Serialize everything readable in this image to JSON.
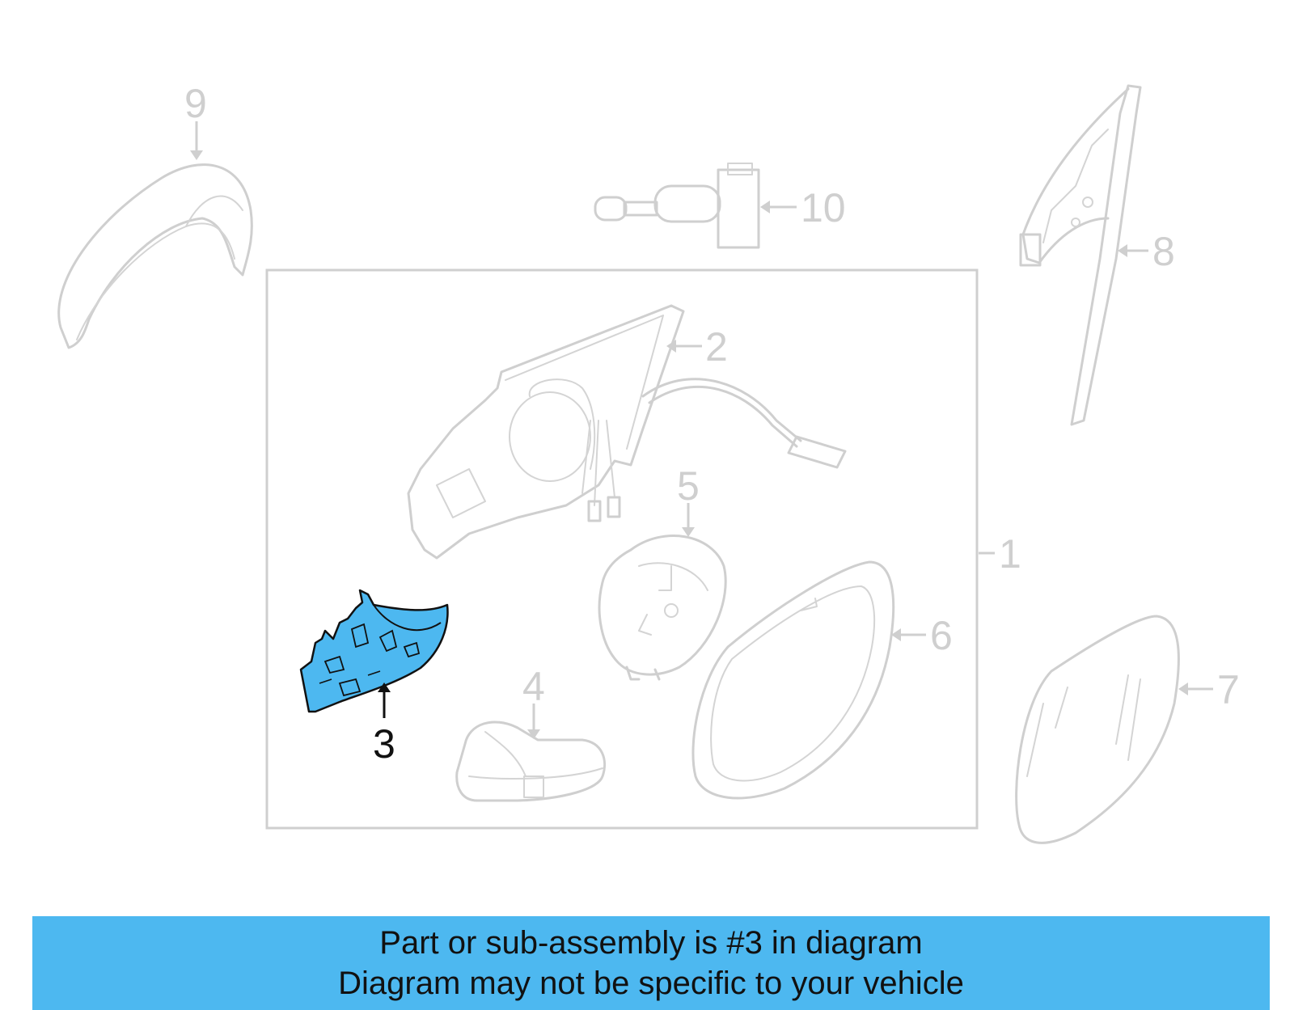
{
  "diagram": {
    "callouts": {
      "c1": "1",
      "c2": "2",
      "c3": "3",
      "c4": "4",
      "c5": "5",
      "c6": "6",
      "c7": "7",
      "c8": "8",
      "c9": "9",
      "c10": "10"
    },
    "highlighted_part": "3",
    "highlight_color": "#4db8f0",
    "ghost_color": "#cfcfcf"
  },
  "banner": {
    "line1": "Part or sub-assembly is #3 in diagram",
    "line2": "Diagram may not be specific to your vehicle",
    "color": "#4db8f0"
  }
}
